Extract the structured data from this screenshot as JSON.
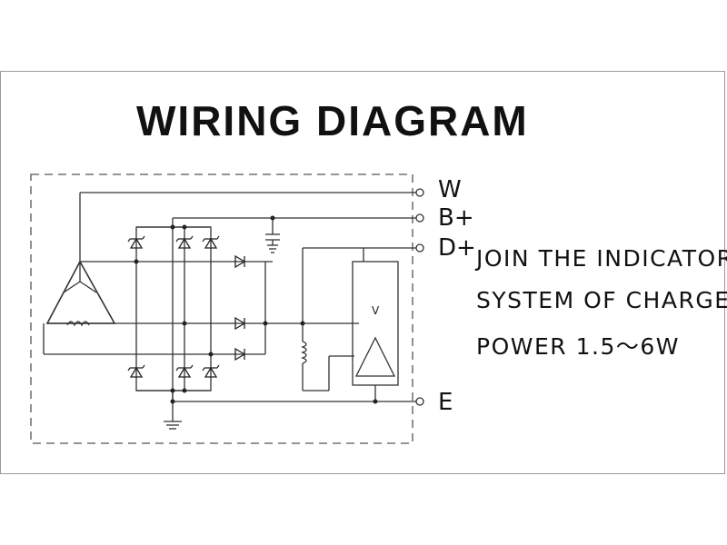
{
  "title": "WIRING DIAGRAM",
  "terminals": {
    "w": "W",
    "b_plus": "B+",
    "d_plus": "D+",
    "e": "E"
  },
  "regulator_label": "V",
  "note": {
    "line1": "JOIN THE INDICATOR",
    "line2": "SYSTEM OF CHARGE",
    "line3": "POWER 1.5～6W"
  }
}
